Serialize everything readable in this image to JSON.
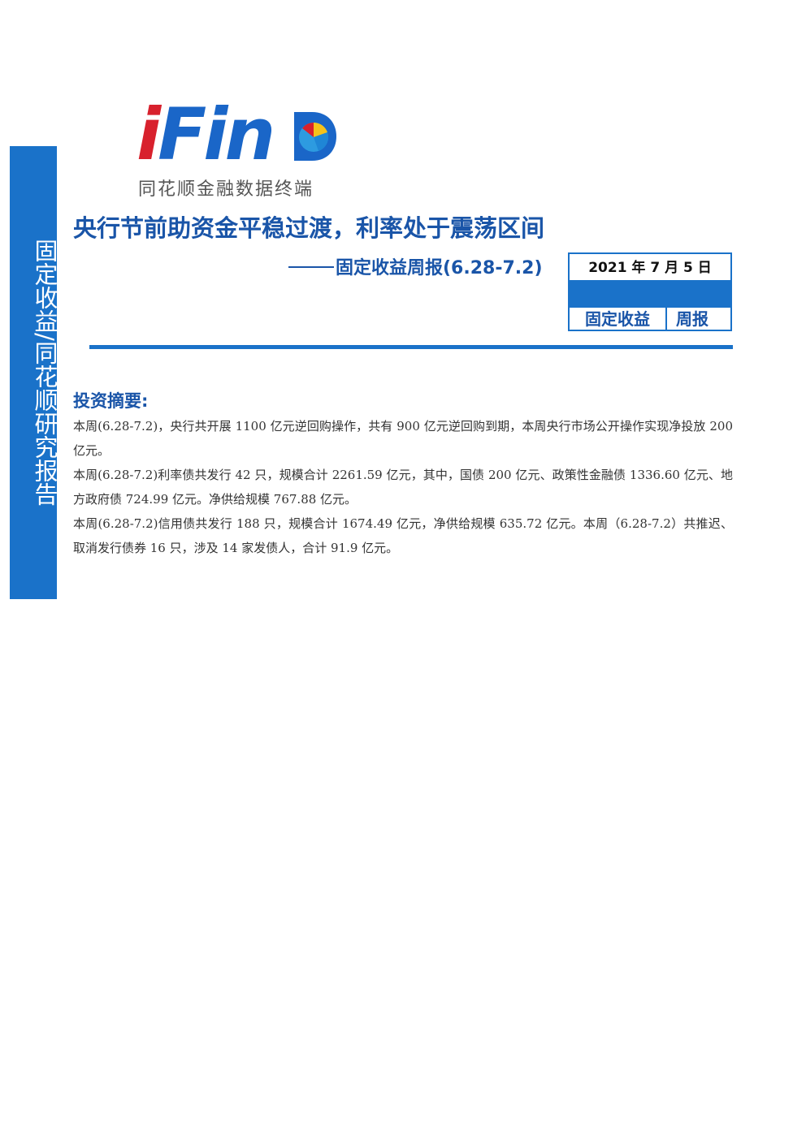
{
  "sidebar": {
    "label": "固定收益/同花顺研究报告",
    "color": "#1a72c9"
  },
  "logo": {
    "word_i": "i",
    "word_rest": "Fin",
    "word_d": "D",
    "subtitle": "同花顺金融数据终端",
    "colors": {
      "red": "#d8212d",
      "blue": "#1a66c8",
      "yellow": "#f6c21b"
    }
  },
  "header": {
    "title": "央行节前助资金平稳过渡，利率处于震荡区间",
    "subtitle": "固定收益周报(6.28-7.2)"
  },
  "info": {
    "date": "2021 年 7 月 5 日",
    "category": "固定收益",
    "type": "周报"
  },
  "summary": {
    "heading": "投资摘要:",
    "paragraphs": [
      "本周(6.28-7.2)，央行共开展 1100 亿元逆回购操作，共有 900 亿元逆回购到期，本周央行市场公开操作实现净投放 200 亿元。",
      "本周(6.28-7.2)利率债共发行 42 只，规模合计 2261.59 亿元，其中，国债 200 亿元、政策性金融债 1336.60 亿元、地方政府债 724.99 亿元。净供给规模 767.88 亿元。",
      "本周(6.28-7.2)信用债共发行 188 只，规模合计 1674.49 亿元，净供给规模 635.72 亿元。本周（6.28-7.2）共推迟、取消发行债券 16 只，涉及 14 家发债人，合计 91.9 亿元。"
    ]
  }
}
